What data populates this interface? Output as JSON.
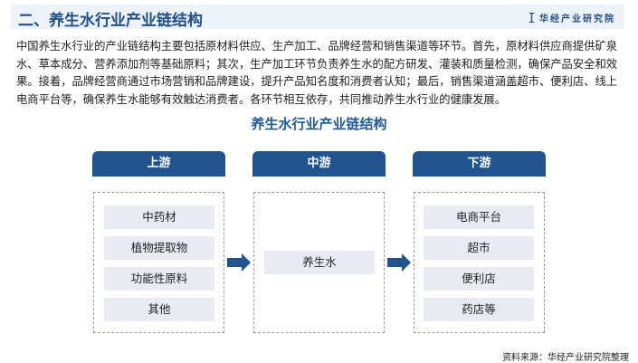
{
  "header": {
    "title": "二、养生水行业产业链结构",
    "brand": "华经产业研究院"
  },
  "paragraph": "中国养生水行业的产业链结构主要包括原材料供应、生产加工、品牌经营和销售渠道等环节。首先，原材料供应商提供矿泉水、草本成分、营养添加剂等基础原料；其次，生产加工环节负责养生水的配方研发、灌装和质量检测，确保产品安全和效果。接着，品牌经营商通过市场营销和品牌建设，提升产品知名度和消费者认知；最后，销售渠道涵盖超市、便利店、线上电商平台等，确保养生水能够有效触达消费者。各环节相互依存，共同推动养生水行业的健康发展。",
  "diagram": {
    "title": "养生水行业产业链结构",
    "upstream": {
      "label": "上游",
      "items": [
        "中药材",
        "植物提取物",
        "功能性原料",
        "其他"
      ]
    },
    "midstream": {
      "label": "中游",
      "items": [
        "养生水"
      ]
    },
    "downstream": {
      "label": "下游",
      "items": [
        "电商平台",
        "超市",
        "便利店",
        "药店等"
      ]
    }
  },
  "source": "资料来源：华经产业研究院整理",
  "colors": {
    "primary": "#21548f",
    "item_bg": "#e8ecf2",
    "header_bg": "#eef3fa"
  }
}
